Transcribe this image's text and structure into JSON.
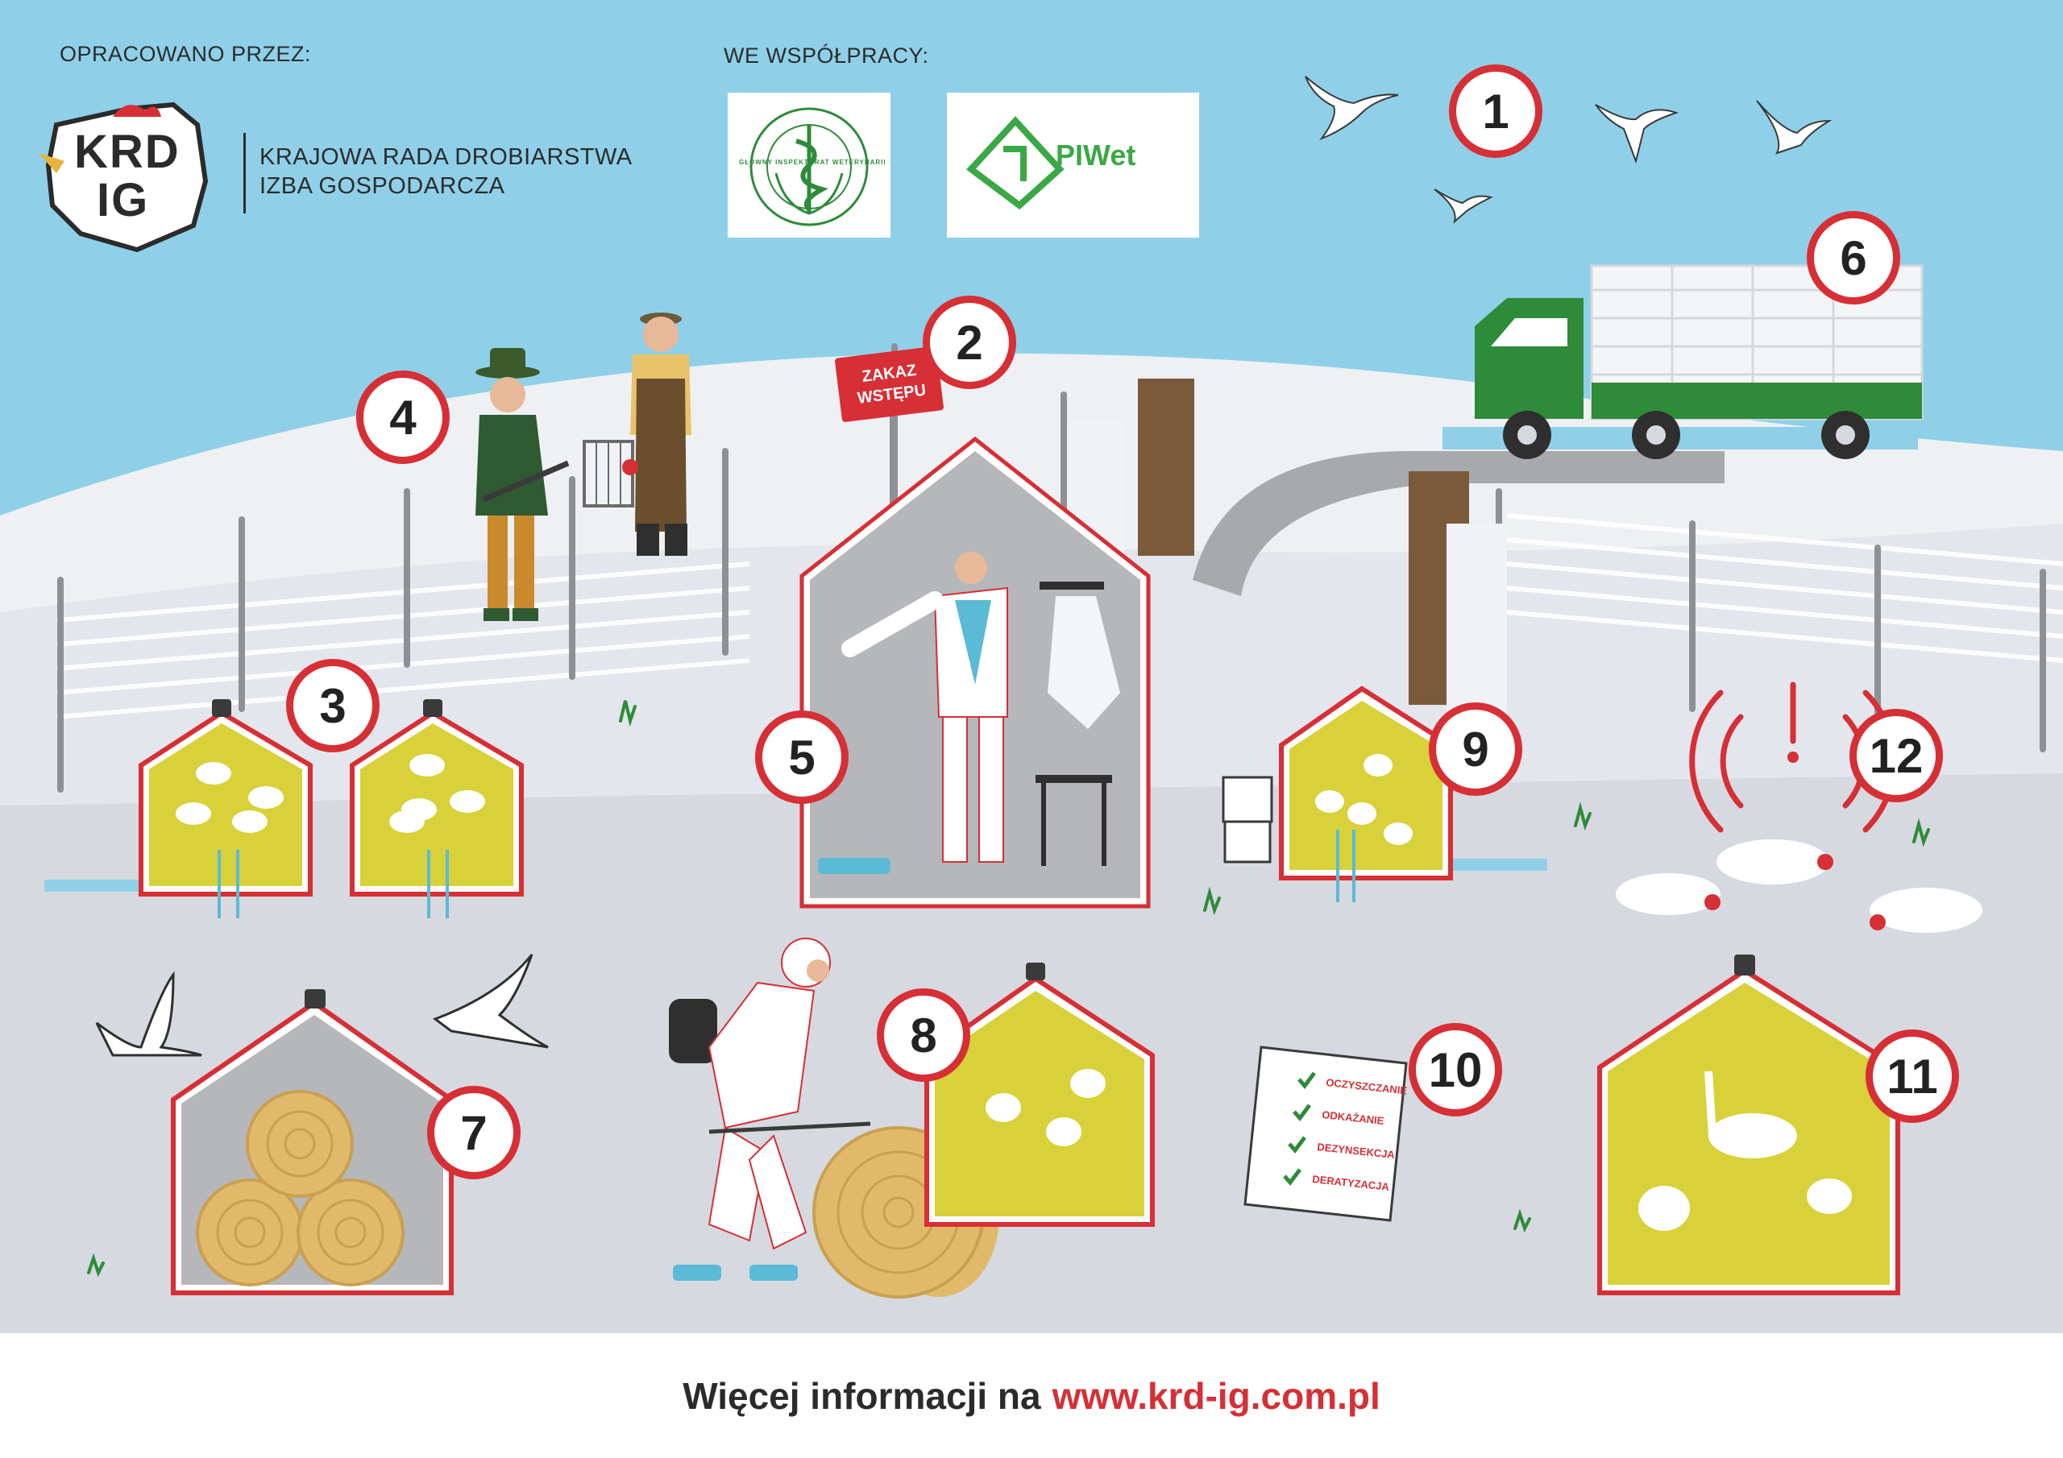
{
  "header": {
    "developed_by_label": "OPRACOWANO PRZEZ:",
    "cooperation_label": "WE WSPÓŁPRACY:"
  },
  "organization": {
    "logo_text_line1": "KRD",
    "logo_text_line2": "IG",
    "name_line1": "KRAJOWA RADA DROBIARSTWA",
    "name_line2": "IZBA GOSPODARCZA"
  },
  "partners": {
    "giw_seal_text": "GŁÓWNY INSPEKTORAT WETERYNARII",
    "piwet_label": "PIWet"
  },
  "sign": {
    "line1": "ZAKAZ",
    "line2": "WSTĘPU"
  },
  "checklist": {
    "items": [
      "OCZYSZCZANIE",
      "ODKAŻANIE",
      "DEZYNSEKCJA",
      "DERATYZACJA"
    ]
  },
  "badges": [
    "1",
    "2",
    "3",
    "4",
    "5",
    "6",
    "7",
    "8",
    "9",
    "10",
    "11",
    "12"
  ],
  "footer": {
    "prefix": "Więcej informacji na",
    "url": "www.krd-ig.com.pl"
  },
  "colors": {
    "sky": "#8fd0e8",
    "badge_red": "#d62f35",
    "barn_yellow": "#d8d13a",
    "hay": "#e0b96a",
    "truck_green": "#2e8b3a",
    "ground_light": "#e3e6ec",
    "ground_mid": "#d6d9df",
    "piwet_green": "#3aa845"
  }
}
